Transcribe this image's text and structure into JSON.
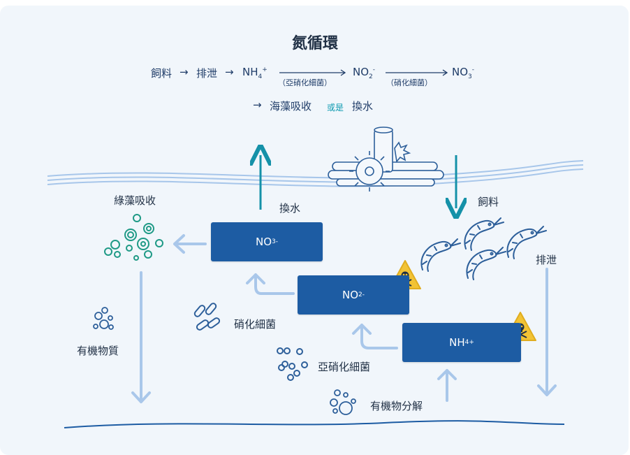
{
  "title": "氮循環",
  "equation": {
    "feed": "飼料",
    "excretion": "排泄",
    "nh": "NH",
    "nh_sub": "4",
    "nh_sup": "+",
    "bacteria_1": "（亞硝化細菌）",
    "no2": "NO",
    "no2_sub": "2",
    "no2_sup": "-",
    "bacteria_2": "（硝化細菌）",
    "no3": "NO",
    "no3_sub": "3",
    "no3_sup": "-",
    "arrow": "→",
    "algae": "海藻吸收",
    "or": "或是",
    "water_change": "換水"
  },
  "labels": {
    "algae_uptake": "綠藻吸收",
    "water_change": "換水",
    "feed": "飼料",
    "excretion": "排泄",
    "organic_matter": "有機物質",
    "nitrifying": "硝化細菌",
    "nitrosifying": "亞硝化細菌",
    "decomposition": "有機物分解"
  },
  "boxes": {
    "no3": {
      "base": "NO",
      "sub": "3",
      "sup": "-"
    },
    "no2": {
      "base": "NO",
      "sub": "2",
      "sup": "-"
    },
    "nh4": {
      "base": "NH",
      "sub": "4",
      "sup": "+"
    }
  },
  "icons": {
    "hazard": "skull-warning-icon",
    "shrimp": "shrimp-icon",
    "bacteria": "bacteria-icon",
    "bubbles": "bubbles-icon",
    "algae": "algae-icon",
    "aerator": "paddlewheel-aerator-icon"
  },
  "colors": {
    "box": "#1d5ca3",
    "teal_arrow": "#1591a8",
    "light_arrow": "#a9c7ea",
    "hazard": "#f2c335",
    "algae": "#1f9a86"
  }
}
